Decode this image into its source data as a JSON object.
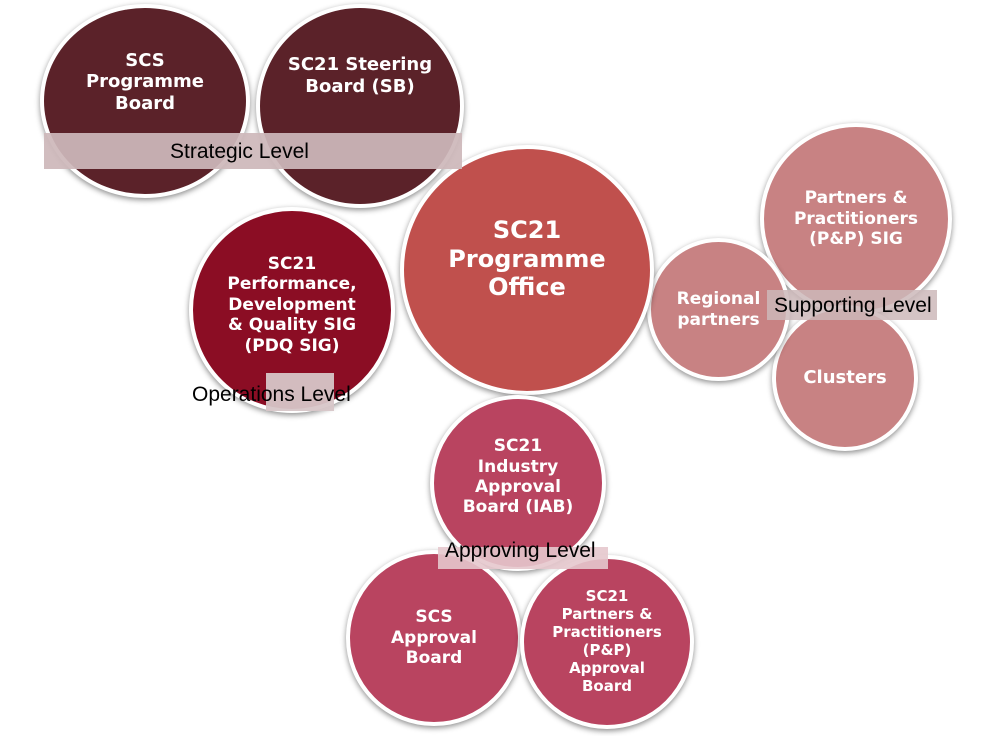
{
  "colors": {
    "strategic": "#5b2229",
    "operations": "#8b0d24",
    "office": "#c0504d",
    "supporting": "#c88283",
    "approving": "#b94460",
    "band": "#cdb8ba"
  },
  "nodes": {
    "scs_programme_board": "SCS\nProgramme\nBoard",
    "sc21_steering_board": "SC21 Steering\nBoard (SB)",
    "pdq_sig": "SC21\nPerformance,\nDevelopment\n& Quality SIG\n(PDQ SIG)",
    "programme_office": "SC21\nProgramme\nOffice",
    "regional_partners": "Regional\npartners",
    "pp_sig": "Partners &\nPractitioners\n(P&P) SIG",
    "clusters": "Clusters",
    "industry_approval_board": "SC21\nIndustry\nApproval\nBoard (IAB)",
    "scs_approval_board": "SCS\nApproval\nBoard",
    "pp_approval_board": "SC21\nPartners &\nPractitioners\n(P&P)\nApproval\nBoard"
  },
  "levels": {
    "strategic": "Strategic Level",
    "operations": "Operations Level",
    "supporting": "Supporting Level",
    "approving": "Approving Level"
  }
}
